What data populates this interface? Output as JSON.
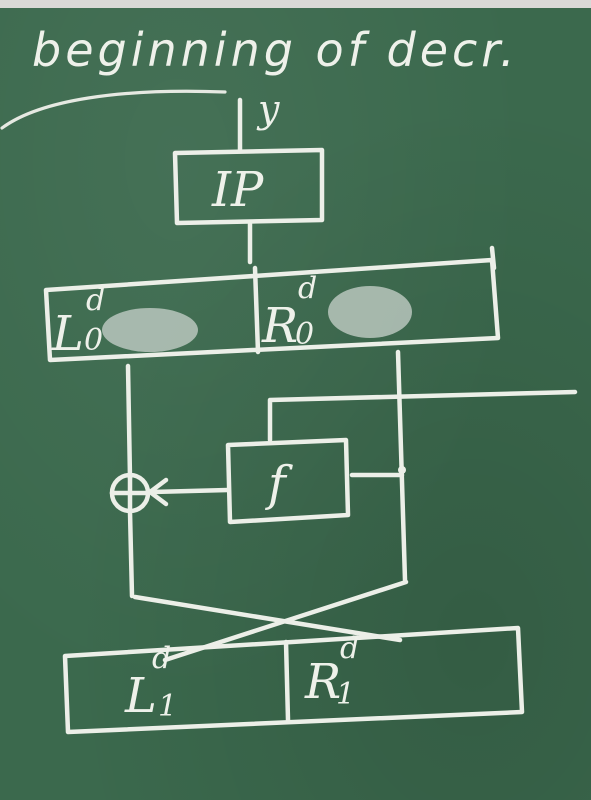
{
  "title": "beginning of decr.",
  "input_label": "y",
  "ip_label": "IP",
  "f_label": "f",
  "l0_label": "L",
  "l0_sub": "0",
  "l0_sup": "d",
  "r0_label": "R",
  "r0_sub": "0",
  "r0_sup": "d",
  "l1_label": "L",
  "l1_sub": "1",
  "l1_sup": "d",
  "r1_label": "R",
  "r1_sub": "1",
  "r1_sup": "d",
  "colors": {
    "board": "#3b694d",
    "chalk": "#ecefe8"
  }
}
